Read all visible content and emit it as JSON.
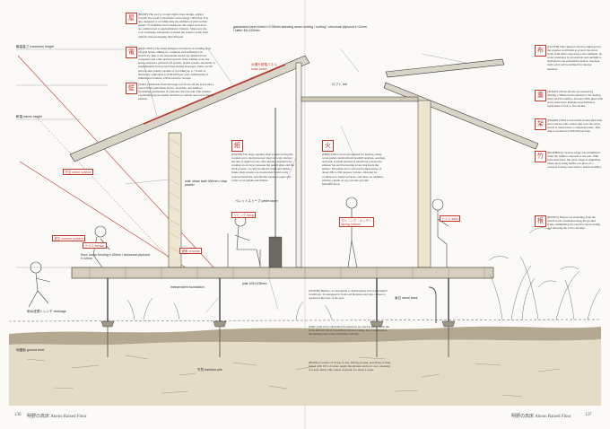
{
  "footer": {
    "left_page_number": "136",
    "left_title": "明野の高床 Akeno Raised Floor",
    "right_title": "明野の高床 Akeno Raised Floor",
    "right_page_number": "137"
  },
  "symbols": {
    "roof": "屋",
    "electric": "電",
    "wall": "壁",
    "paper": "紙",
    "fire": "火",
    "cloth": "布",
    "straw": "藁",
    "frame": "架",
    "bamboo": "竹",
    "roots": "根"
  },
  "notes": {
    "roof": "[ROOF] The roof is a large single-slope design, angled towards the south to maximize solar energy collection. It is also designed to accommodate the addition of photovoltaic panels. To minimize the foundations, the edges and eaves are cantilevered to approximately 2 meters. Moreover, the roof overhangs adequately to shield the exterior walls from rainfall, thus prolonging their lifespan.",
    "electric": "[ELECTRIC] The client designed an interest in residing in an off-grid house, aiming for complete self-sufficiency in electricity. Due to the substantial electricity demand from computers and other devices used in video editing work, the house adopted a grid-tied off system. In this system, electricity is supplemented from power lines during shortages. There are 96 photovoltaic panels capable of providing up to 7.9 kW of electricity, equivalent to 8.96 kWh per year. Additionally, 6 lithium-ion batteries will be used for storage.",
    "wall": "[WALL] Materials from the large roof flows off the eaves into a trench filled with fallen leaves, branches, and bamboo, facilitating permeation of rainwater into the soil. The 2-meter overhanging eaves enable windows to remain open even during rainfall.",
    "paper": "[PAPER] The large opening shoji screens facing the veranda serve dual purposes: they not only obstruct the line of sight but also offer thermal insulation by creating an air layer between the paired glass and the shoji screens. Locally produced washi and timber-frame shoji screens are constructed from locally sourced materials, specifically Japanese paper and cedar wood planks and lumber.",
    "fire": "[FIRE] Pellet stoves are utilized for heating, using wood pellets derived from sawmill residues, sawdust, and bark. A small amount of electricity powers the exhaust fan and the heating screw that feeds the pellets. The pellet stove can reach temperatures of about 200 to 300 degrees Celsius, allowing for cooking rice, baked potatoes, and more. In addition, placing a kettle on top can also provide humidification.",
    "cloth": "[CLOTH] Sun-cheered cotton is employed in the exterior wall finish to protect the straw walls from direct exposure to the elements. Its water resistance is exceptional and sunlight is attributed to its substantial surface. Japanese tidal cedar will be utilized for interior material.",
    "straw": "[STRAW] Straw blocks are secured by binding a 30mm beam attached to the furring strips and the bamboo in bond. With plied with straw bales have insulation performance equivalent of four to five inches.",
    "frame": "[FRAME] What is harvested around mid-June, and a tractor with a baler runs over the straw, which is twisted into a compacted state. This bale is produced at 500 mm per bale.",
    "bamboo": "[BAMBOO] Concrete usage was minimized when the bamboo exposed to the pier. With both ends fixed, the rebar shape is simplified. These plots using bamboo in place of a concrete footing were built to ensure stability.",
    "roots": "[ROOTS] Plant roots extending from the trench work, foundation keep the ground stable, minimizing the need for land leveling and allowing the soil to breathe.",
    "stone": "[STONE] Bamboo is susceptible to deterioration in hot and humid conditions. To safeguard it from soil moisture and rain, a stone is applied at the base of the post.",
    "soil": "[SOIL] Our most substantial foundations are used in place. Both the stone and soil allow to permeate the soil, taking into consideration the underground water and fungal activity.",
    "bond": "[BOND] Consists of 50 kg of clay, 300 kg of sand, and 30 kg of lime, mixed with 18 L of water. Apply the mixture and let it cure, ensuring it is kept damp with a sheet of plastic for about a week."
  },
  "labels": {
    "roof_spec": "galvanized steel sheet t=0.35mm standing seam roofing / roofing / structural plywood t=12mm / rafter 45×120mm",
    "solar_panel_jp": "太陽光発電パネル",
    "solar_panel_en": "solar panel",
    "eaves_height": "軒高 eaves height",
    "ridge_height": "最高高さ maximum height",
    "floor_spec": "floor: cedar flooring t=30mm / structural plywood t=12mm",
    "wall_spec": "wall: straw bale 450mm / clay plaster",
    "joist_spec": "joist 105×105mm",
    "foundation": "independent foundation",
    "ground_level": "地盤面 ground level",
    "summer_solstice": "夏至 summer solstice",
    "winter_solstice": "冬至 winter solstice",
    "terrace": "テラス terrace",
    "veranda": "縁側 veranda",
    "living": "リビング living",
    "dining_kitchen_jp": "ダイニング・キッチン",
    "dining_kitchen_en": "dining, kitchen",
    "toilet": "トイレ toilet",
    "loft": "ロフト loft",
    "pellet_stove": "ペレットストーブ pellet stove",
    "drainage": "雨水浸透トレンチ drainage",
    "bamboo_pile": "竹杭 bamboo pile",
    "stone_base": "束石 stone base"
  }
}
